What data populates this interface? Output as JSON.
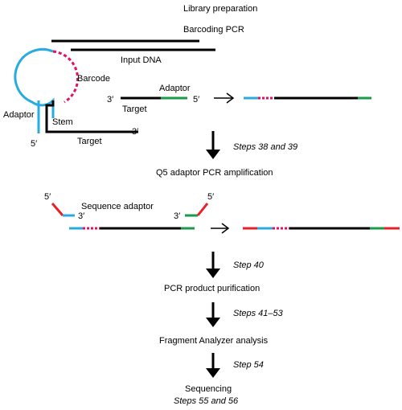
{
  "titles": {
    "library": "Library preparation",
    "barcoding": "Barcoding PCR"
  },
  "labels": {
    "input_dna": "Input DNA",
    "barcode": "Barcode",
    "adaptor_left": "Adaptor",
    "stem": "Stem",
    "prime5_left": "5′",
    "target_left": "Target",
    "prime3_left": "3′",
    "prime3_mid": "3′",
    "adaptor_mid": "Adaptor",
    "prime5_mid": "5′",
    "target_mid": "Target",
    "prime5_seq_left": "5′",
    "seq_adaptor": "Sequence adaptor",
    "prime3_seq_left": "3′",
    "prime3_seq_right": "3′",
    "prime5_seq_right": "5′"
  },
  "steps": {
    "s1": "Steps 38 and 39",
    "q5": "Q5 adaptor PCR amplification",
    "s2": "Step 40",
    "purification": "PCR product purification",
    "s3": "Steps 41–53",
    "fragment": "Fragment Analyzer analysis",
    "s4": "Step 54",
    "sequencing": "Sequencing",
    "s5": "Steps 55 and 56"
  },
  "colors": {
    "cyan": "#29abe2",
    "magenta": "#e0115f",
    "green": "#1a9a4a",
    "red": "#e8202a",
    "black": "#000000"
  }
}
